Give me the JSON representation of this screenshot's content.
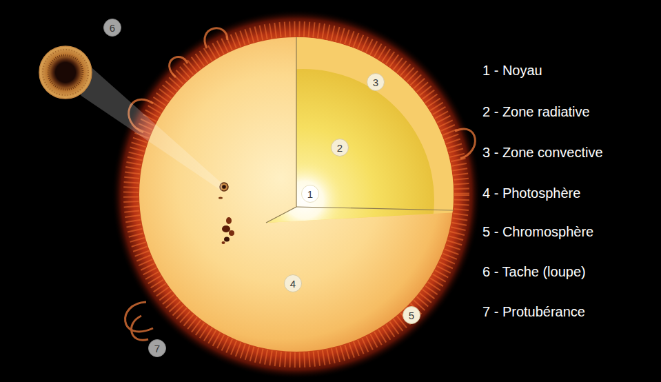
{
  "diagram": {
    "nodes": [
      {
        "text": [
          "6"
        ]
      },
      {
        "text": [
          "3"
        ]
      },
      {
        "text": [
          "2"
        ]
      },
      {
        "text": [
          "1"
        ]
      },
      {
        "text": [
          "4"
        ]
      },
      {
        "text": [
          "5"
        ]
      },
      {
        "text": [
          "7"
        ]
      }
    ],
    "edges": [],
    "labels": [
      "1 - Noyau",
      "2 - Zone radiative",
      "3 - Zone convective",
      "4 - Photosphère",
      "5 - Chromosphère",
      "6 - Tache (loupe)",
      "7 - Protubérance"
    ]
  }
}
